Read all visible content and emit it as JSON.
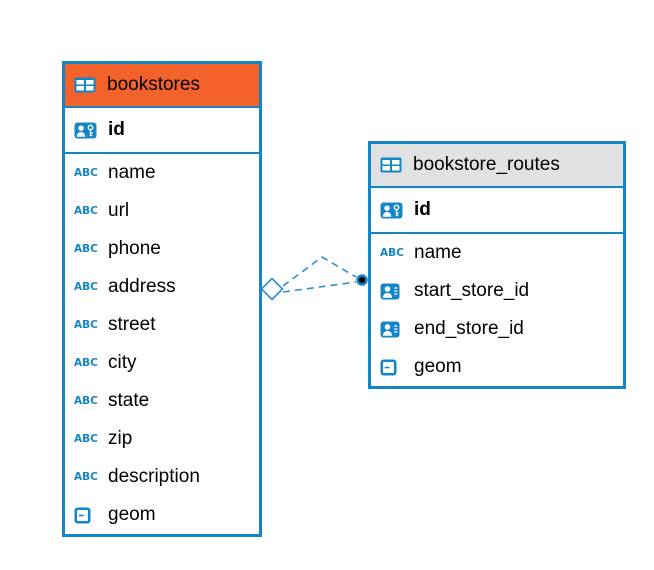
{
  "colors": {
    "accent_blue": "#1286c8",
    "connector_blue": "#2f8fce",
    "bookstores_header": "#f4622c",
    "routes_header": "#e1e1e1"
  },
  "icons": {
    "abc_label": "ABC"
  },
  "tables": [
    {
      "title": "bookstores",
      "primary_key": {
        "label": "id",
        "icon": "user-key-icon"
      },
      "columns": [
        {
          "label": "name",
          "icon": "abc-text-icon"
        },
        {
          "label": "url",
          "icon": "abc-text-icon"
        },
        {
          "label": "phone",
          "icon": "abc-text-icon"
        },
        {
          "label": "address",
          "icon": "abc-text-icon"
        },
        {
          "label": "street",
          "icon": "abc-text-icon"
        },
        {
          "label": "city",
          "icon": "abc-text-icon"
        },
        {
          "label": "state",
          "icon": "abc-text-icon"
        },
        {
          "label": "zip",
          "icon": "abc-text-icon"
        },
        {
          "label": "description",
          "icon": "abc-text-icon"
        },
        {
          "label": "geom",
          "icon": "geometry-icon"
        }
      ]
    },
    {
      "title": "bookstore_routes",
      "primary_key": {
        "label": "id",
        "icon": "user-key-icon"
      },
      "columns": [
        {
          "label": "name",
          "icon": "abc-text-icon"
        },
        {
          "label": "start_store_id",
          "icon": "user-reference-icon"
        },
        {
          "label": "end_store_id",
          "icon": "user-reference-icon"
        },
        {
          "label": "geom",
          "icon": "geometry-icon"
        }
      ]
    }
  ],
  "relationship": {
    "from_table": "bookstores",
    "to_table": "bookstore_routes",
    "style": "dashed"
  }
}
